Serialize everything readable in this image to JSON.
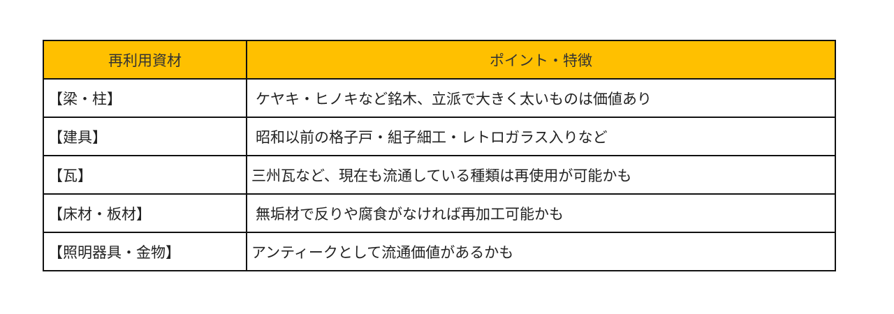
{
  "table": {
    "header_color": "#FFC000",
    "border_color": "#111111",
    "headers": {
      "material": "再利用資材",
      "point": "ポイント・特徴"
    },
    "rows": [
      {
        "material": "【梁・柱】",
        "point": "ケヤキ・ヒノキなど銘木、立派で大きく太いものは価値あり"
      },
      {
        "material": "【建具】",
        "point": "昭和以前の格子戸・組子細工・レトロガラス入りなど"
      },
      {
        "material": "【瓦】",
        "point": "三州瓦など、現在も流通している種類は再使用が可能かも"
      },
      {
        "material": "【床材・板材】",
        "point": "無垢材で反りや腐食がなければ再加工可能かも"
      },
      {
        "material": "【照明器具・金物】",
        "point": "アンティークとして流通価値があるかも"
      }
    ]
  }
}
